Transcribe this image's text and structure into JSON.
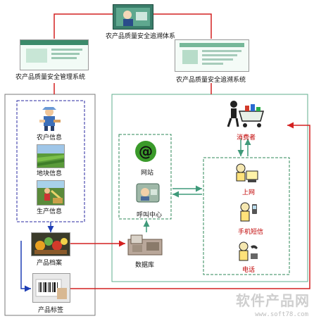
{
  "colors": {
    "red_connector": "#d42020",
    "blue_connector": "#1f3fb5",
    "green_connector": "#3f9a7a",
    "left_panel_border": "#7a7a7a",
    "right_panel_border": "#5fae8e",
    "dashed_blue": "#2a2aa0",
    "dashed_green": "#2f8a5a"
  },
  "labels": {
    "top_system": "农产品质量安全追溯体系",
    "left_system": "农产品质量安全管理系统",
    "right_system": "农产品质量安全追溯系统",
    "farmer": "农户信息",
    "plot": "地块信息",
    "production": "生产信息",
    "archive": "产品档案",
    "product_label": "产品标签",
    "website": "网站",
    "call_center": "呼叫中心",
    "database": "数据库",
    "consumer": "消费者",
    "internet": "上网",
    "sms": "手机短信",
    "phone": "电话"
  },
  "watermark": {
    "main": "软件产品网",
    "url": "www.soft78.com"
  },
  "icons": [
    "system-screenshot-icon",
    "farmer-icon",
    "field-icon",
    "harvest-icon",
    "produce-basket-icon",
    "barcode-label-icon",
    "at-sign-icon",
    "call-center-icon",
    "database-icon",
    "shopping-cart-icon",
    "internet-user-icon",
    "mobile-phone-icon",
    "telephone-icon"
  ]
}
